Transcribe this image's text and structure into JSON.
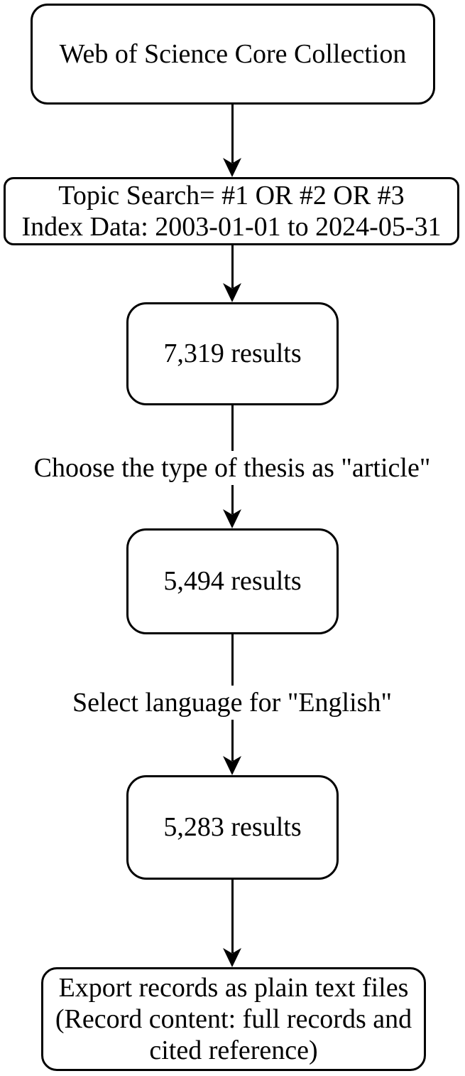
{
  "flowchart": {
    "colors": {
      "background": "#ffffff",
      "stroke": "#000000",
      "text": "#000000"
    },
    "nodes": [
      {
        "id": "database-source",
        "text": "Web of Science Core Collection"
      },
      {
        "id": "search-query",
        "lines": [
          "Topic Search= #1 OR #2 OR #3",
          "Index Data: 2003-01-01 to 2024-05-31"
        ]
      },
      {
        "id": "results-initial",
        "text": "7,319 results"
      },
      {
        "id": "results-article",
        "text": "5,494 results"
      },
      {
        "id": "results-english",
        "text": "5,283 results"
      },
      {
        "id": "export-records",
        "lines": [
          "Export records as plain text files",
          "(Record content: full records and",
          "cited reference)"
        ]
      }
    ],
    "edge_labels": [
      {
        "id": "article-filter",
        "text": "Choose the type of thesis as \"article\""
      },
      {
        "id": "language-filter",
        "text": "Select language for \"English\""
      }
    ]
  }
}
